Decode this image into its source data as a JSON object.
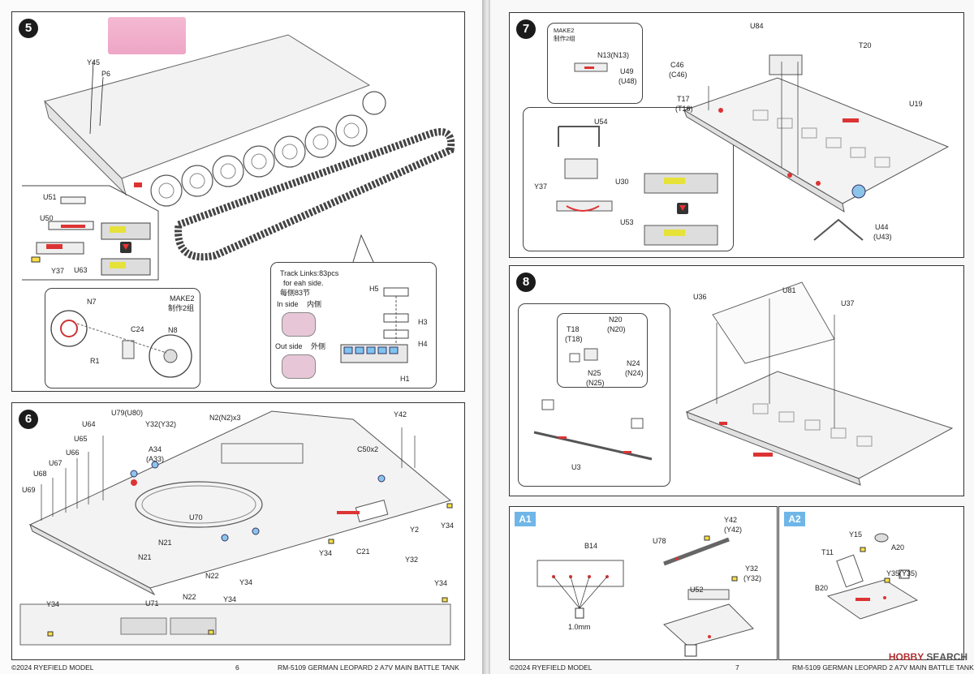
{
  "left_page": {
    "page_number": "6",
    "copyright": "©2024 RYEFIELD MODEL",
    "step5": {
      "number": "5",
      "labels": [
        "Y45",
        "P6",
        "U51",
        "U50",
        "Y37",
        "U63",
        "N7",
        "C24",
        "N8",
        "R1"
      ],
      "make_note": {
        "line1": "MAKE2",
        "line2": "制作2组"
      },
      "track_note": {
        "line1": "Track Links:83pcs",
        "line2": "for eah side.",
        "line3": "每侧83节",
        "inside_en": "In side",
        "inside_cn": "内侧",
        "outside_en": "Out side",
        "outside_cn": "外侧",
        "parts": [
          "H5",
          "H3",
          "H4",
          "H1"
        ]
      }
    },
    "step6": {
      "number": "6",
      "labels": [
        "U79(U80)",
        "U64",
        "Y32(Y32)",
        "N2(N2)x3",
        "Y42",
        "U65",
        "A34",
        "(A33)",
        "U66",
        "C50x2",
        "U67",
        "U68",
        "U69",
        "U70",
        "Y34",
        "Y2",
        "C21",
        "N21",
        "Y32",
        "N21",
        "N22",
        "Y34",
        "N22",
        "U71",
        "Y34",
        "Y34",
        "Y34",
        "Y34"
      ]
    }
  },
  "right_page": {
    "page_number": "7",
    "copyright": "©2024 RYEFIELD MODEL",
    "title": "RM-5109 GERMAN LEOPARD  2 A7V MAIN BATTLE TANK",
    "left_title": "RM-5109 GERMAN LEOPARD  2 A7V MAIN BATTLE TANK",
    "step7": {
      "number": "7",
      "make_note": {
        "line1": "MAKE2",
        "line2": "制作2组"
      },
      "labels": [
        "N13(N13)",
        "U49",
        "(U48)",
        "U84",
        "T20",
        "C46",
        "(C46)",
        "U19",
        "T17",
        "(T16)",
        "U54",
        "Y37",
        "U30",
        "U53",
        "U44",
        "(U43)"
      ]
    },
    "step8": {
      "number": "8",
      "labels": [
        "U36",
        "U81",
        "U37",
        "T18",
        "(T18)",
        "N20",
        "(N20)",
        "N24",
        "(N24)",
        "N25",
        "(N25)",
        "U3"
      ]
    },
    "a1": {
      "badge": "A1",
      "labels": [
        "B14",
        "1.0mm",
        "U78",
        "Y42",
        "(Y42)",
        "Y32",
        "(Y32)",
        "U52"
      ]
    },
    "a2": {
      "badge": "A2",
      "labels": [
        "Y15",
        "A20",
        "T11",
        "Y35(Y35)",
        "B20"
      ]
    },
    "watermark": {
      "part1": "HOBBY",
      "part2": "SEARCH"
    }
  }
}
